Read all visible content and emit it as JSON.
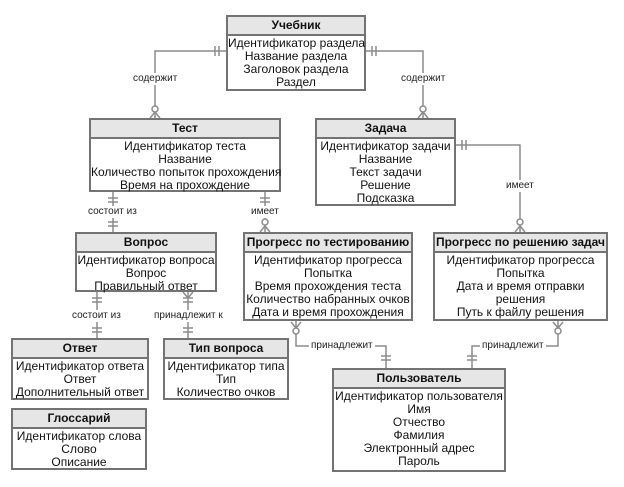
{
  "entities": {
    "uchebnik": {
      "title": "Учебник",
      "attrs": [
        "Идентификатор раздела",
        "Название раздела",
        "Заголовок раздела",
        "Раздел"
      ]
    },
    "test": {
      "title": "Тест",
      "attrs": [
        "Идентификатор теста",
        "Название",
        "Количество попыток прохождения",
        "Время на прохождение"
      ]
    },
    "zadacha": {
      "title": "Задача",
      "attrs": [
        "Идентификатор задачи",
        "Название",
        "Текст задачи",
        "Решение",
        "Подсказка"
      ]
    },
    "vopros": {
      "title": "Вопрос",
      "attrs": [
        "Идентификатор вопроса",
        "Вопрос",
        "Правильный ответ"
      ]
    },
    "progress_test": {
      "title": "Прогресс по тестированию",
      "attrs": [
        "Идентификатор прогресса",
        "Попытка",
        "Время прохождения теста",
        "Количество набранных очков",
        "Дата и время прохождения"
      ]
    },
    "progress_zad": {
      "title": "Прогресс по решению задач",
      "attrs": [
        "Идентификатор прогресса",
        "Попытка",
        "Дата и время отправки",
        "решения",
        "Путь к файлу решения"
      ]
    },
    "otvet": {
      "title": "Ответ",
      "attrs": [
        "Идентификатор ответа",
        "Ответ",
        "Дополнительный ответ"
      ]
    },
    "tip": {
      "title": "Тип вопроса",
      "attrs": [
        "Идентификатор типа",
        "Тип",
        "Количество очков"
      ]
    },
    "user": {
      "title": "Пользователь",
      "attrs": [
        "Идентификатор пользователя",
        "Имя",
        "Отчество",
        "Фамилия",
        "Электронный адрес",
        "Пароль"
      ]
    },
    "glossary": {
      "title": "Глоссарий",
      "attrs": [
        "Идентификатор слова",
        "Слово",
        "Описание"
      ]
    }
  },
  "relationships": {
    "uchebnik_test": "содержит",
    "uchebnik_zadacha": "содержит",
    "test_vopros": "состоит из",
    "test_progress": "имеет",
    "zadacha_progress": "имеет",
    "vopros_otvet": "состоит из",
    "vopros_tip": "принадлежит к",
    "ptest_user": "принадлежит",
    "pzad_user": "принадлежит"
  },
  "colors": {
    "border": "#737373",
    "header": "#e6e6e6",
    "line": "#8c8c8c"
  }
}
